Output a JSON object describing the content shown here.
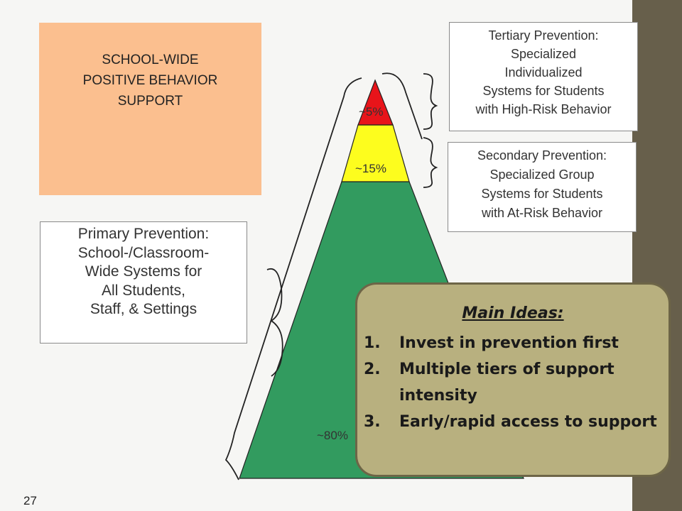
{
  "school_wide_box": {
    "lines": [
      "SCHOOL-WIDE",
      "POSITIVE BEHAVIOR",
      "SUPPORT"
    ]
  },
  "primary_box": {
    "lines": [
      "Primary Prevention:",
      "School-/Classroom-",
      "Wide Systems for",
      "All Students,",
      "Staff, & Settings"
    ]
  },
  "tertiary_box": {
    "lines": [
      "Tertiary Prevention:",
      "Specialized",
      "Individualized",
      "Systems for Students",
      "with High-Risk Behavior"
    ]
  },
  "secondary_box": {
    "lines": [
      "Secondary Prevention:",
      "Specialized Group",
      "Systems for Students",
      "with At-Risk Behavior"
    ]
  },
  "pyramid": {
    "tiers": [
      {
        "label": "~5%",
        "color": "#e8141a"
      },
      {
        "label": "~15%",
        "color": "#fdfd1e"
      },
      {
        "label": "~80%",
        "color": "#329b5f"
      }
    ]
  },
  "main_ideas": {
    "title": "Main Ideas:",
    "items": [
      {
        "num": "1.",
        "text": "Invest in prevention first"
      },
      {
        "num": "2.",
        "text": "Multiple tiers of support intensity"
      },
      {
        "num": "3.",
        "text": "Early/rapid access to support"
      }
    ]
  },
  "slide_number": "27",
  "colors": {
    "side_bar": "#675f4b",
    "school_wide_box": "#fbbf8f",
    "main_ideas_fill": "#b8b07f",
    "main_ideas_border": "#6d6547"
  }
}
